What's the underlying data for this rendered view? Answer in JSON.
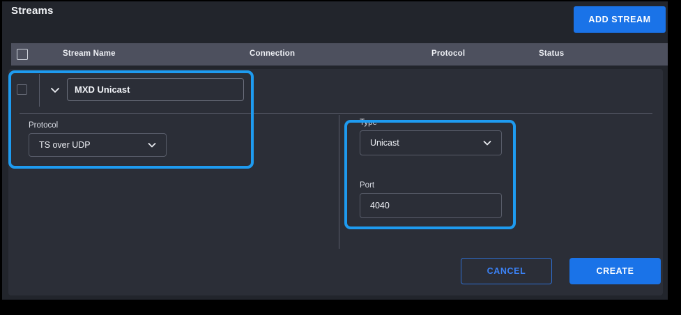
{
  "header": {
    "title": "Streams",
    "add_stream_label": "ADD STREAM"
  },
  "table": {
    "columns": [
      {
        "key": "select",
        "label": ""
      },
      {
        "key": "stream_name",
        "label": "Stream Name"
      },
      {
        "key": "connection",
        "label": "Connection"
      },
      {
        "key": "protocol",
        "label": "Protocol"
      },
      {
        "key": "status",
        "label": "Status"
      }
    ]
  },
  "stream_row": {
    "expanded": true,
    "checkbox_checked": false,
    "expand_icon": "chevron-down-icon",
    "stream_name": {
      "value": "MXD Unicast",
      "placeholder": "Stream Name"
    }
  },
  "form": {
    "left_column": {
      "protocol": {
        "label": "Protocol",
        "value": "TS over UDP",
        "icon": "chevron-down-icon"
      }
    },
    "right_column": {
      "type": {
        "label": "Type",
        "value": "Unicast",
        "icon": "chevron-down-icon"
      },
      "port": {
        "label": "Port",
        "value": "4040",
        "placeholder": "Port"
      }
    }
  },
  "footer": {
    "cancel_label": "CANCEL",
    "create_label": "CREATE"
  },
  "colors": {
    "accent_blue": "#1a73e8",
    "highlight_blue": "#1e9bf0",
    "panel_bg": "#22252c",
    "card_bg": "#2b2e37",
    "table_header_bg": "#4d505e",
    "border": "#585c69",
    "text_primary": "#eef0f5"
  }
}
